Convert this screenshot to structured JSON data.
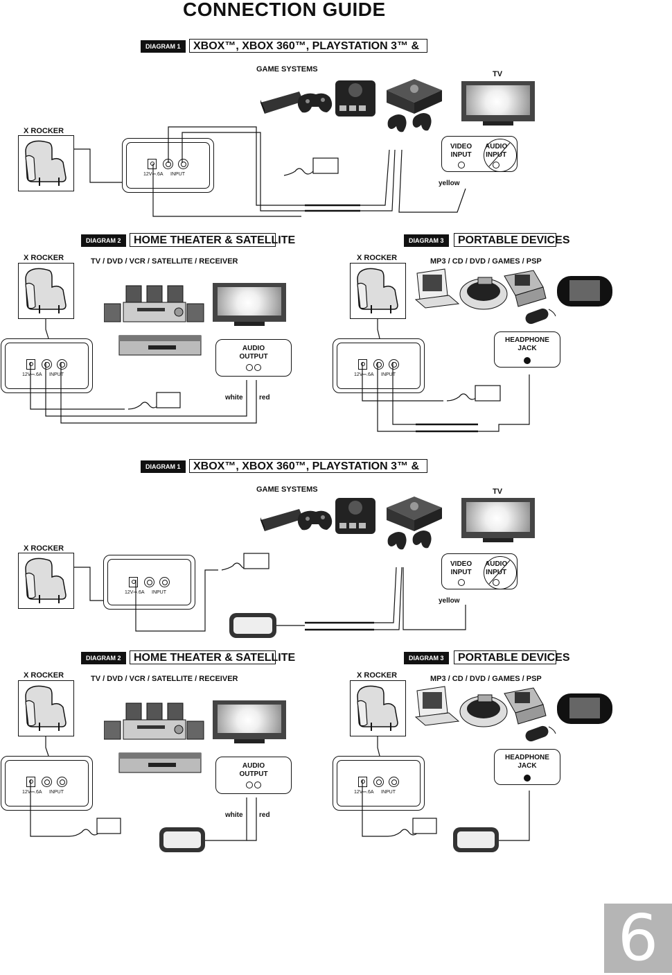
{
  "page": {
    "title": "CONNECTION GUIDE",
    "page_number": "6"
  },
  "labels": {
    "x_rocker": "X ROCKER",
    "input": "INPUT",
    "dc": "12V⎓.6A",
    "video_input_1": "VIDEO",
    "video_input_2": "INPUT",
    "audio_input_1": "AUDIO",
    "audio_input_2": "INPUT",
    "yellow": "yellow",
    "white": "white",
    "red": "red",
    "audio_output_1": "AUDIO",
    "audio_output_2": "OUTPUT",
    "headphone_1": "HEADPHONE",
    "headphone_2": "JACK"
  },
  "sections": [
    {
      "diagram1": {
        "tag": "DIAGRAM 1",
        "title": "XBOX™,  XBOX 360™, PLAYSTATION 3™ &",
        "game_systems": "GAME SYSTEMS",
        "tv": "TV"
      },
      "diagram2": {
        "tag": "DIAGRAM 2",
        "title": "HOME THEATER & SATELLITE",
        "devices": "TV / DVD / VCR / SATELLITE / RECEIVER"
      },
      "diagram3": {
        "tag": "DIAGRAM 3",
        "title": "PORTABLE DEVICES",
        "devices": "MP3 / CD / DVD / GAMES / PSP"
      }
    },
    {
      "diagram1": {
        "tag": "DIAGRAM 1",
        "title": "XBOX™,  XBOX 360™, PLAYSTATION 3™ &",
        "game_systems": "GAME SYSTEMS",
        "tv": "TV"
      },
      "diagram2": {
        "tag": "DIAGRAM 2",
        "title": "HOME THEATER & SATELLITE",
        "devices": "TV / DVD / VCR / SATELLITE / RECEIVER"
      },
      "diagram3": {
        "tag": "DIAGRAM 3",
        "title": "PORTABLE DEVICES",
        "devices": "MP3 / CD / DVD / GAMES / PSP"
      }
    }
  ],
  "icons": [
    "recliner-chair-icon",
    "game-console-icon",
    "gamepad-icon",
    "television-icon",
    "power-adapter-icon",
    "av-receiver-icon",
    "speaker-icon",
    "dvd-player-icon",
    "portable-dvd-icon",
    "cd-player-icon",
    "handheld-game-icon",
    "psp-icon",
    "mp3-player-icon",
    "wireless-transmitter-icon"
  ]
}
